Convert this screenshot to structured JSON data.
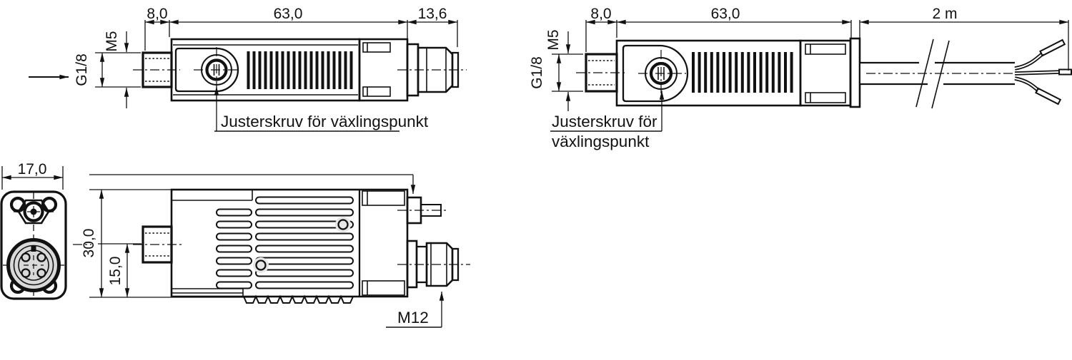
{
  "drawing": {
    "side_view_connector": {
      "dim_port_length": "8,0",
      "dim_body_length": "63,0",
      "dim_connector_length": "13,6",
      "thread_bleed": "M5",
      "thread_port": "G1/8",
      "adjust_label": "Justerskruv för växlingspunkt"
    },
    "side_view_cable": {
      "dim_port_length": "8,0",
      "dim_body_length": "63,0",
      "dim_cable_length": "2 m",
      "thread_bleed": "M5",
      "thread_port": "G1/8",
      "adjust_label_line1": "Justerskruv för",
      "adjust_label_line2": "växlingspunkt"
    },
    "front_view": {
      "dim_width": "17,0"
    },
    "top_view": {
      "dim_height": "30,0",
      "dim_port_center": "15,0",
      "thread_connector": "M12"
    }
  },
  "colors": {
    "outline": "#111111",
    "housing_fill": "#e7e7e7",
    "thread_fill": "#c6c6c6",
    "connector_fill": "#d9d9d9",
    "background": "#ffffff"
  }
}
